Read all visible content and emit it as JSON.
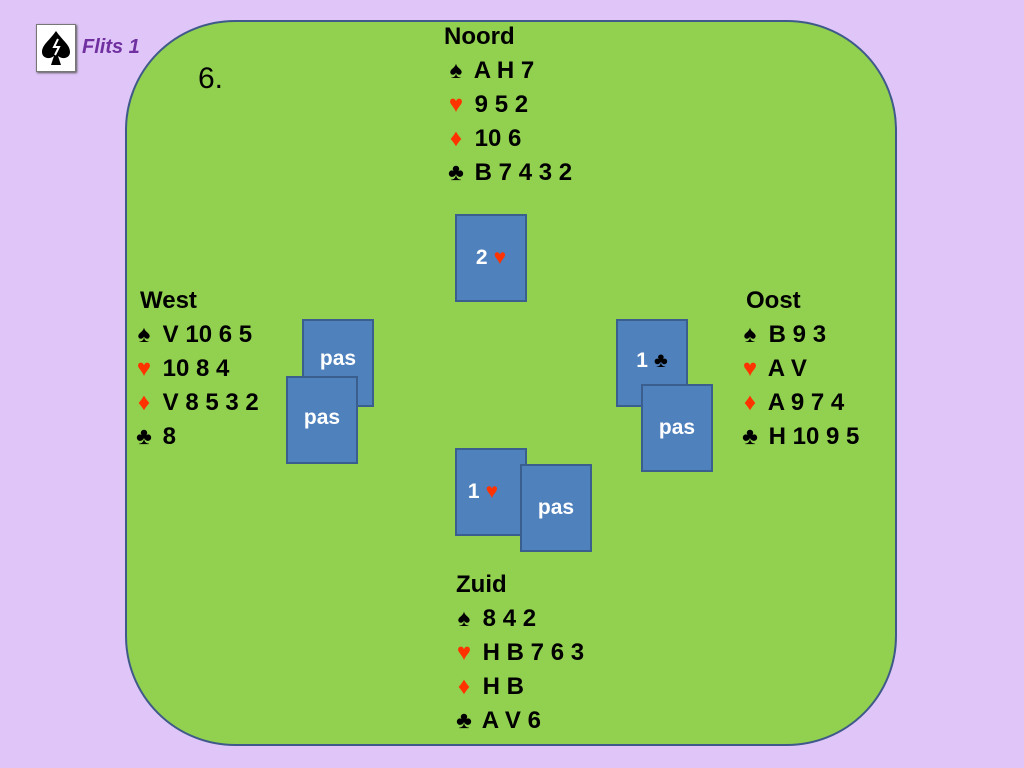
{
  "header": {
    "title": "Flits 1",
    "board_number": "6."
  },
  "hands": {
    "north": {
      "name": "Noord",
      "spades": "A H 7",
      "hearts": "9 5 2",
      "diamonds": "10 6",
      "clubs": "B 7 4 3 2"
    },
    "west": {
      "name": "West",
      "spades": "V 10 6 5",
      "hearts": "10 8 4",
      "diamonds": "V 8 5 3 2",
      "clubs": "8"
    },
    "east": {
      "name": "Oost",
      "spades": "B 9 3",
      "hearts": "A V",
      "diamonds": "A 9 7 4",
      "clubs": "H 10 9 5"
    },
    "south": {
      "name": "Zuid",
      "spades": "8 4 2",
      "hearts": "H B 7 6 3",
      "diamonds": "H B",
      "clubs": "A V 6"
    }
  },
  "bids": {
    "north_1": {
      "text": "2",
      "suit": "♥"
    },
    "east_1": {
      "text": "1",
      "suit": "♣"
    },
    "east_2": {
      "text": "pas"
    },
    "south_1": {
      "text": "1",
      "suit": "♥"
    },
    "south_2": {
      "text": "pas"
    },
    "west_1": {
      "text": "pas"
    },
    "west_2": {
      "text": "pas"
    }
  },
  "symbols": {
    "spade": "♠",
    "heart": "♥",
    "diamond": "♦",
    "club": "♣"
  },
  "colors": {
    "background": "#e0c6f8",
    "table": "#92d050",
    "card": "#4f81bd",
    "red_suit": "#ff3300",
    "title": "#7030a0"
  }
}
